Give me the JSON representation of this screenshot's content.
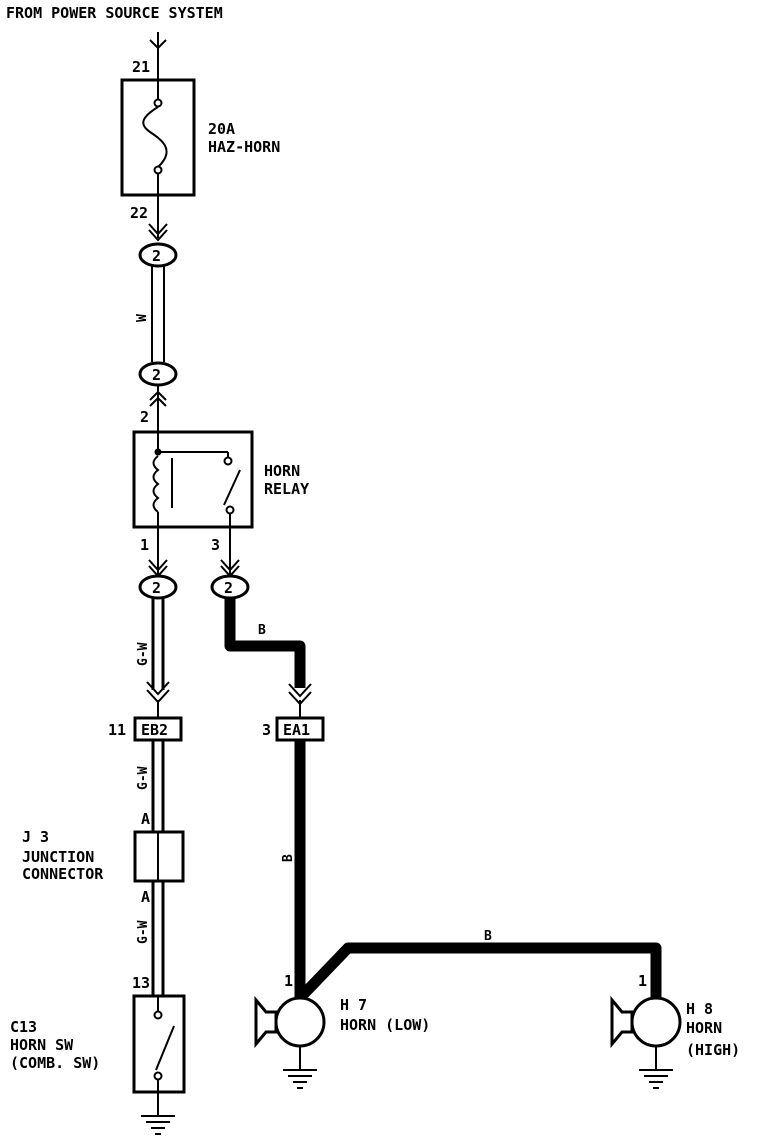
{
  "header": {
    "source_label": "FROM POWER SOURCE SYSTEM"
  },
  "fuse": {
    "pin_in": "21",
    "pin_out": "22",
    "rating": "20A",
    "name": "HAZ-HORN"
  },
  "relay": {
    "name_line1": "HORN",
    "name_line2": "RELAY",
    "pin_top": "2",
    "pin_coil": "1",
    "pin_switch": "3"
  },
  "connectors": {
    "c_fuse": "2",
    "c_relay_top": "2",
    "c_relay_coil": "2",
    "c_relay_switch": "2",
    "eb2_pin": "11",
    "eb2_name": "EB2",
    "ea1_pin": "3",
    "ea1_name": "EA1"
  },
  "wires": {
    "fuse_relay": "W",
    "relay_eb2": "G-W",
    "relay_horns": "B",
    "eb2_junction": "G-W",
    "junction_sw": "G-W",
    "ea1_h7": "B",
    "h7_h8": "B"
  },
  "junction": {
    "code": "J 3",
    "name_line1": "JUNCTION",
    "name_line2": "CONNECTOR",
    "pin_top": "A",
    "pin_bottom": "A"
  },
  "horn_switch": {
    "pin": "13",
    "code": "C13",
    "name_line1": "HORN SW",
    "name_line2": "(COMB. SW)"
  },
  "horn_low": {
    "pin": "1",
    "code": "H 7",
    "name": "HORN (LOW)"
  },
  "horn_high": {
    "pin": "1",
    "code": "H 8",
    "name_line1": "HORN",
    "name_line2": "(HIGH)"
  }
}
